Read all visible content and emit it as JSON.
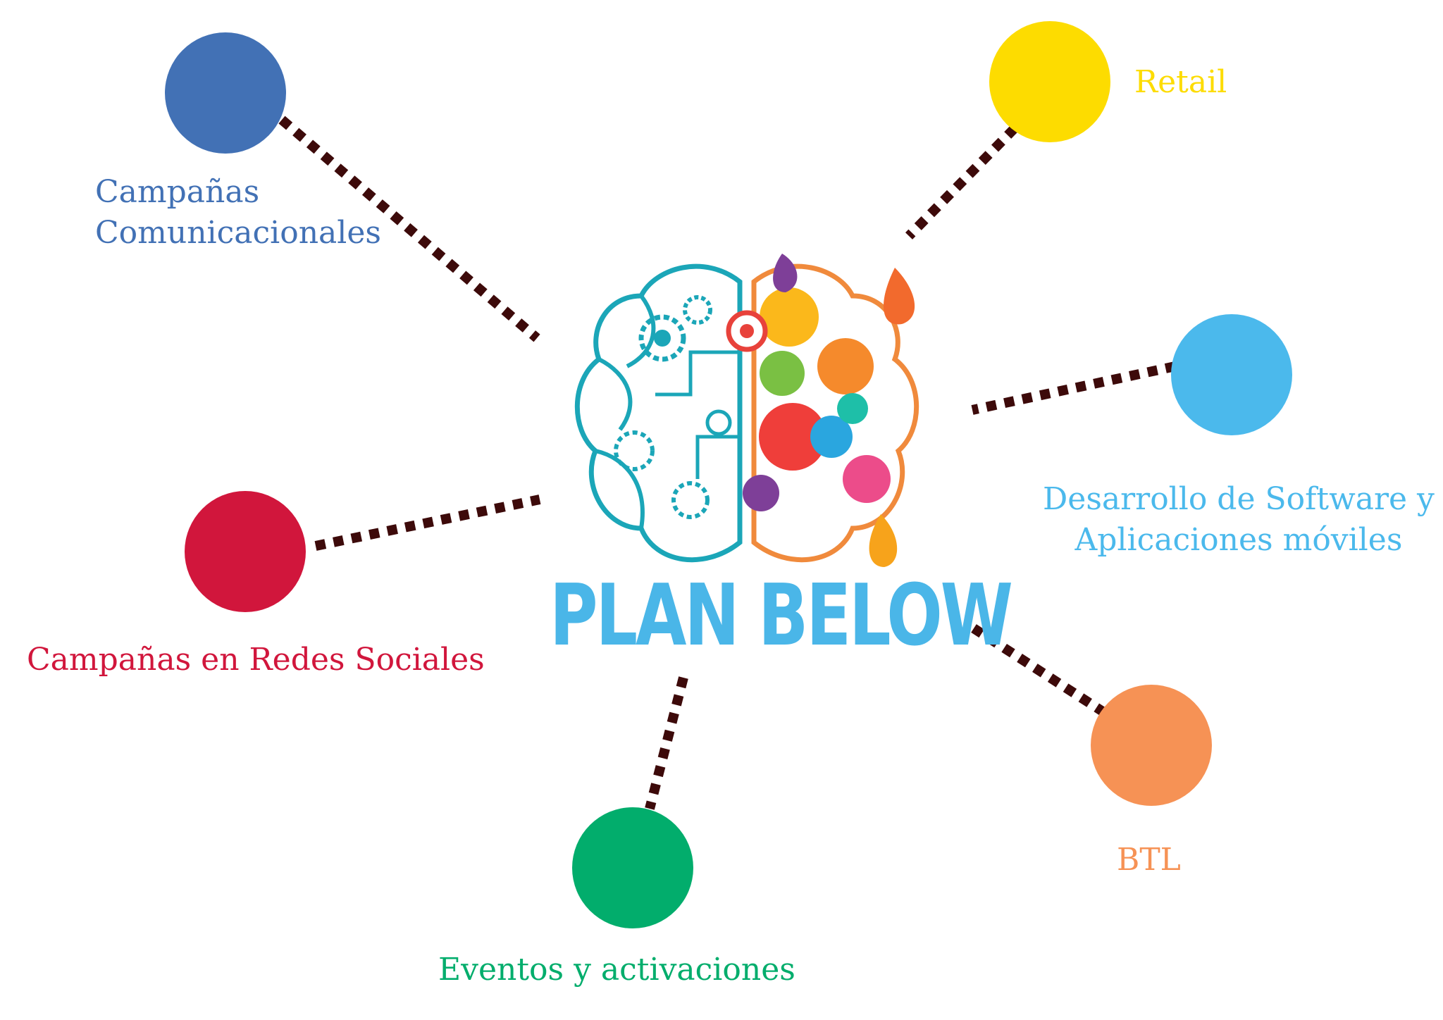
{
  "diagram": {
    "title": "PLAN BELOW",
    "connector_color": "#3d0a0a",
    "nodes": [
      {
        "id": "campanas-comunicacionales",
        "label_lines": [
          "Campañas",
          "Comunicacionales"
        ],
        "color": "#4271b5"
      },
      {
        "id": "retail",
        "label_lines": [
          "Retail"
        ],
        "color": "#fddc00"
      },
      {
        "id": "desarrollo-software",
        "label_lines": [
          "Desarrollo de Software y",
          "Aplicaciones móviles"
        ],
        "color": "#4bb9ec"
      },
      {
        "id": "campanas-redes",
        "label_lines": [
          "Campañas en Redes Sociales"
        ],
        "color": "#d1163c"
      },
      {
        "id": "btl",
        "label_lines": [
          "BTL"
        ],
        "color": "#f69255"
      },
      {
        "id": "eventos",
        "label_lines": [
          "Eventos y activaciones"
        ],
        "color": "#02ad6c"
      }
    ],
    "brain_icon": "brain-creative-icon"
  }
}
